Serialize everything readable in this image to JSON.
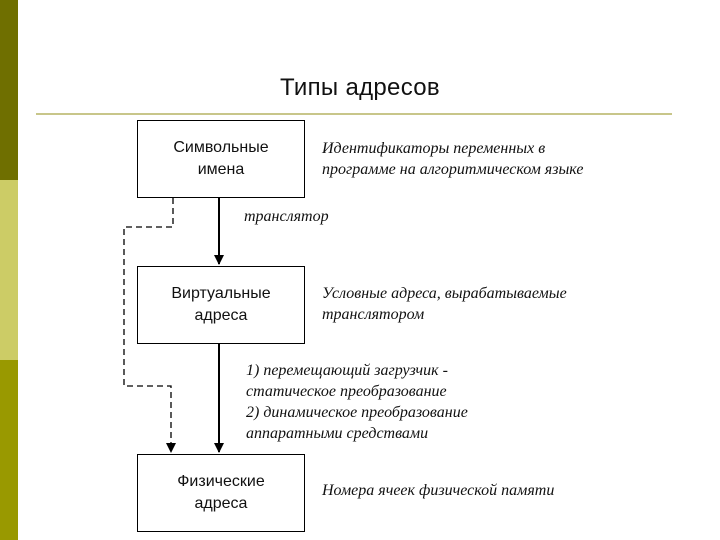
{
  "slide": {
    "title": "Типы адресов",
    "stripe_colors": [
      "#6f6f00",
      "#cccc66",
      "#999900"
    ],
    "rule_color": "#c8c68a"
  },
  "boxes": {
    "symbolic": "Символьные\nимена",
    "virtual": "Виртуальные\nадреса",
    "physical": "Физические\nадреса"
  },
  "notes": {
    "identifiers": "Идентификаторы переменных в\nпрограмме на алгоритмическом языке",
    "translator": "транслятор",
    "conditional": "Условные адреса, вырабатываемые\nтранслятором",
    "loader": "1) перемещающий загрузчик -\n    статическое преобразование\n2) динамическое преобразование\n    аппаратными средствами",
    "cells": "Номера ячеек физической памяти"
  }
}
